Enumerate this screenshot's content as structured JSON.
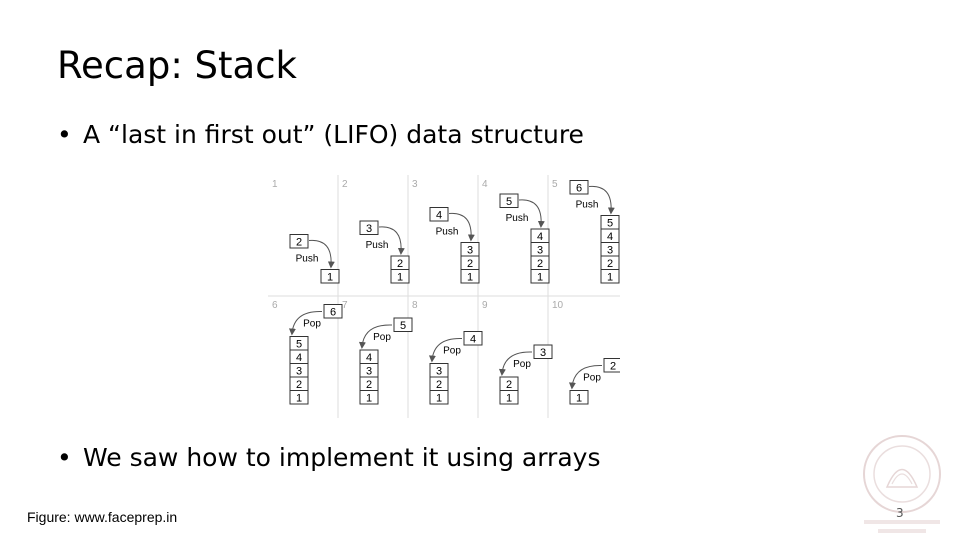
{
  "slide": {
    "title": "Recap: Stack",
    "bullets": [
      "A “last in first out” (LIFO) data structure",
      "We saw how to implement it using arrays"
    ],
    "bullet_glyph": "•",
    "caption": "Figure: www.faceprep.in",
    "slide_number": "3"
  },
  "diagram": {
    "panels": [
      {
        "step": "1",
        "stack": [
          1
        ],
        "op": "Push",
        "item": 2
      },
      {
        "step": "2",
        "stack": [
          1,
          2
        ],
        "op": "Push",
        "item": 3
      },
      {
        "step": "3",
        "stack": [
          1,
          2,
          3
        ],
        "op": "Push",
        "item": 4
      },
      {
        "step": "4",
        "stack": [
          1,
          2,
          3,
          4
        ],
        "op": "Push",
        "item": 5
      },
      {
        "step": "5",
        "stack": [
          1,
          2,
          3,
          4,
          5
        ],
        "op": "Push",
        "item": 6
      },
      {
        "step": "6",
        "stack": [
          1,
          2,
          3,
          4,
          5
        ],
        "op": "Pop",
        "item": 6
      },
      {
        "step": "7",
        "stack": [
          1,
          2,
          3,
          4
        ],
        "op": "Pop",
        "item": 5
      },
      {
        "step": "8",
        "stack": [
          1,
          2,
          3
        ],
        "op": "Pop",
        "item": 4
      },
      {
        "step": "9",
        "stack": [
          1,
          2
        ],
        "op": "Pop",
        "item": 3
      },
      {
        "step": "10",
        "stack": [
          1
        ],
        "op": "Pop",
        "item": 2
      }
    ],
    "colors": {
      "box_border": "#333333",
      "arrow": "#555555",
      "grid": "#dddddd",
      "step_label": "#aaaaaa"
    }
  },
  "watermark": {
    "icon": "institute-seal-icon"
  }
}
